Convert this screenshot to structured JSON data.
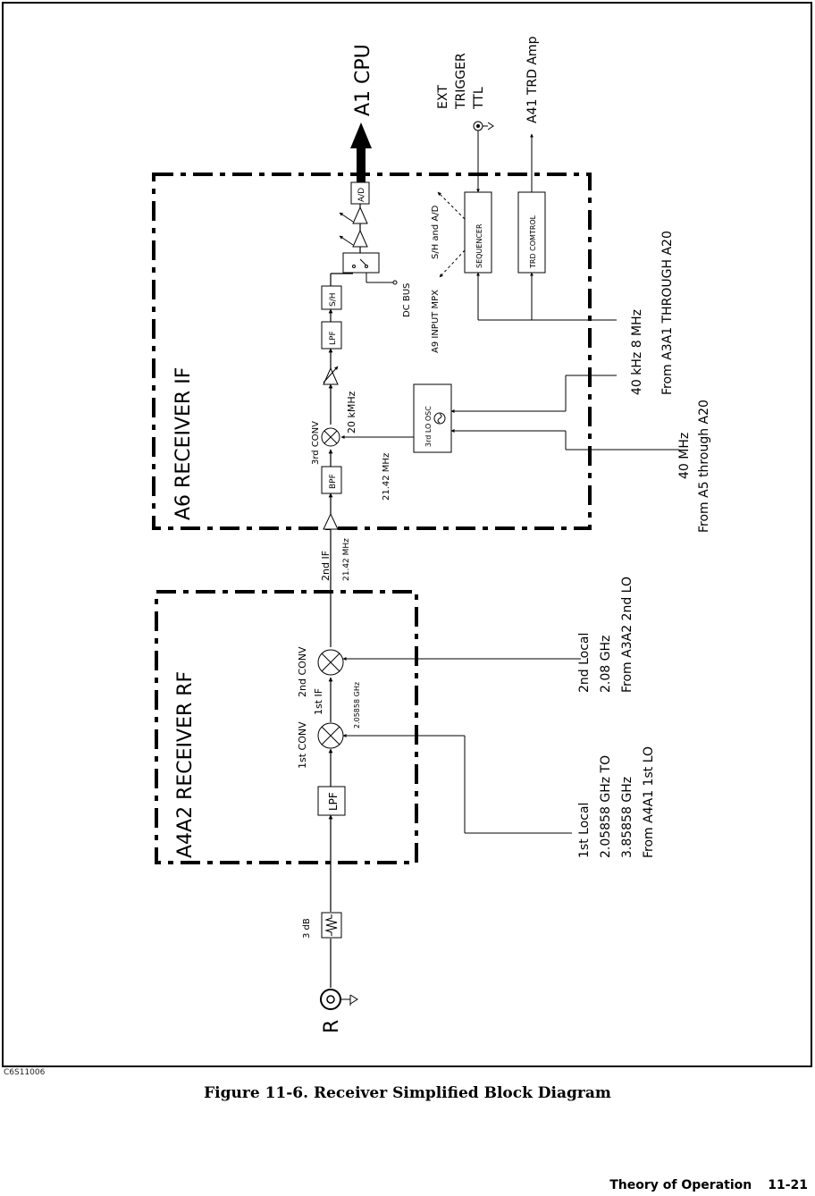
{
  "figure_id": "C6S11006",
  "caption": "Figure 11-6. Receiver Simplified Block Diagram",
  "footer": {
    "section": "Theory of Operation",
    "page": "11-21"
  },
  "blocks": {
    "receiver_rf": "A4A2 RECEIVER RF",
    "receiver_if": "A6 RECEIVER IF"
  },
  "components": {
    "input_port": "R",
    "attenuator": "3 dB",
    "lpf_rf": "LPF",
    "first_conv": "1st CONV",
    "first_if": "1st IF",
    "first_if_freq": "2.05858 GHz",
    "second_conv": "2nd CONV",
    "second_if": "2nd IF",
    "second_if_freq": "21.42 MHz",
    "bpf": "BPF",
    "third_conv": "3rd CONV",
    "third_if_freq": "20 kMHz",
    "lpf_if": "LPF",
    "sh": "S/H",
    "ad": "A/D",
    "cpu": "A1 CPU",
    "third_lo": "3rd LO OSC",
    "third_lo_freq": "21.42 MHz",
    "dc_bus": "DC BUS",
    "input_mpx": "A9 INPUT MPX",
    "sh_ad": "S/H and A/D",
    "sequencer": "SEQUENCER",
    "trd_control": "TRD COMTROL",
    "ext_trigger": [
      "EXT",
      "TRIGGER",
      "TTL"
    ],
    "trd_amp": "A41 TRD Amp"
  },
  "sources": {
    "first_local": [
      "1st Local",
      "2.05858 GHz TO",
      "3.85858 GHz",
      "From A4A1 1st LO"
    ],
    "second_local": [
      "2nd Local",
      "2.08 GHz",
      "From A3A2 2nd LO"
    ],
    "ref_40khz": [
      "40 kHz 8 MHz",
      "From A3A1 THROUGH A20"
    ],
    "ref_40mhz": [
      "40 MHz",
      "From A5 through A20"
    ]
  }
}
